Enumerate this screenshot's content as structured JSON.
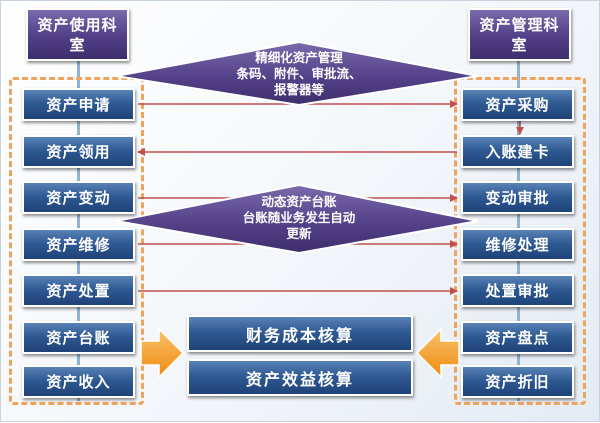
{
  "left_header": "资产使用科室",
  "right_header": "资产管理科室",
  "left_items": [
    "资产申请",
    "资产领用",
    "资产变动",
    "资产维修",
    "资产处置",
    "资产台账",
    "资产收入"
  ],
  "right_items": [
    "资产采购",
    "入账建卡",
    "变动审批",
    "维修处理",
    "处置审批",
    "资产盘点",
    "资产折旧"
  ],
  "center_boxes": [
    "财务成本核算",
    "资产效益核算"
  ],
  "diamond_top": {
    "line1": "精细化资产管理",
    "line2": "条码、附件、审批流、",
    "line3": "报警器等"
  },
  "diamond_mid": {
    "line1": "动态资产台账",
    "line2": "台账随业务发生自动",
    "line3": "更新"
  },
  "colors": {
    "box_blue": "#2f5a93",
    "header_purple": "#54428a",
    "dash_orange": "#f0a35a",
    "arrow_red": "#c0504d",
    "block_arrow": "#f59b22"
  }
}
